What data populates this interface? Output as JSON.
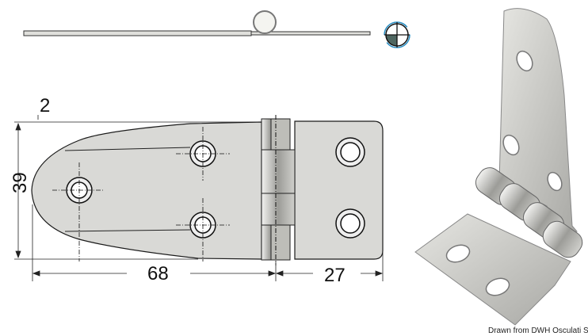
{
  "drawing": {
    "dimensions": {
      "thickness": "2",
      "width": "39",
      "leaf_long": "68",
      "leaf_short": "27"
    },
    "credit": "Drawn from DWH Osculati SpA",
    "colors": {
      "metal": "#d9d9d6",
      "outline": "#1a1a1a",
      "projection_symbol": "#2a8fc4"
    },
    "icons": [
      "first-angle-projection-symbol"
    ]
  }
}
